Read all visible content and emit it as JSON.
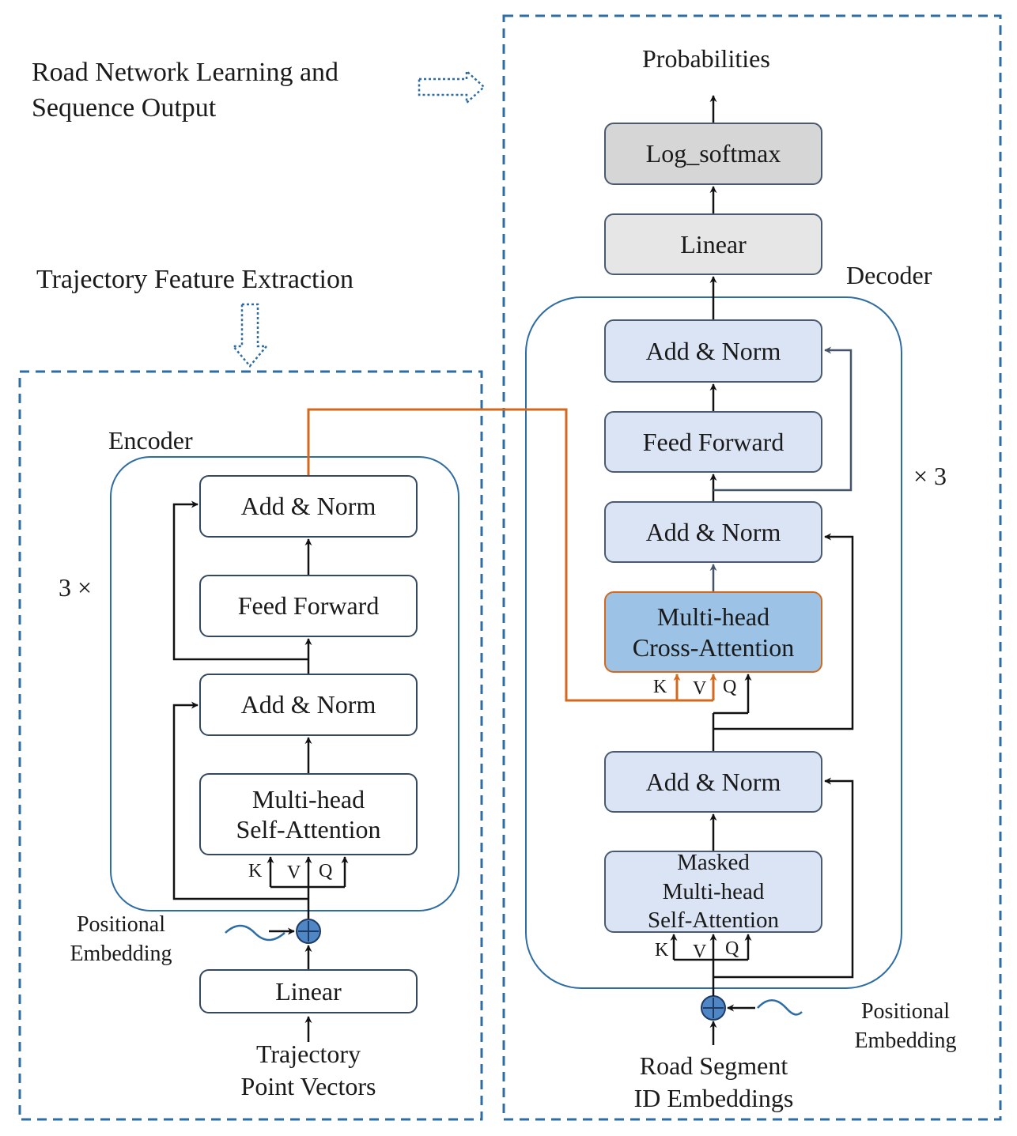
{
  "headings": {
    "road_line1": "Road Network Learning and",
    "road_line2": "Sequence Output",
    "traj": "Trajectory Feature Extraction"
  },
  "encoder": {
    "title": "Encoder",
    "repeat": "3 ×",
    "add_norm_top": "Add & Norm",
    "feed_forward": "Feed Forward",
    "add_norm_bottom": "Add & Norm",
    "attention_line1": "Multi-head",
    "attention_line2": "Self-Attention",
    "k": "K",
    "v": "V",
    "q": "Q",
    "pos_line1": "Positional",
    "pos_line2": "Embedding",
    "linear": "Linear",
    "input_line1": "Trajectory",
    "input_line2": "Point Vectors"
  },
  "decoder": {
    "title": "Decoder",
    "repeat": "× 3",
    "probabilities": "Probabilities",
    "log_softmax": "Log_softmax",
    "linear": "Linear",
    "add_norm_1": "Add & Norm",
    "feed_forward": "Feed Forward",
    "add_norm_2": "Add & Norm",
    "cross_line1": "Multi-head",
    "cross_line2": "Cross-Attention",
    "add_norm_3": "Add & Norm",
    "masked_line1": "Masked",
    "masked_line2": "Multi-head",
    "masked_line3": "Self-Attention",
    "k": "K",
    "v": "V",
    "q": "Q",
    "cross_k": "K",
    "cross_v": "V",
    "cross_q": "Q",
    "pos_line1": "Positional",
    "pos_line2": "Embedding",
    "input_line1": "Road Segment",
    "input_line2": "ID Embeddings"
  },
  "colors": {
    "dashed_border": "#2e6da4",
    "block_border": "#2e6da4",
    "cross_connection": "#d2691e",
    "decoder_fill": "#dbe4f5",
    "cross_fill": "#9cc3e6",
    "adder_fill": "#4f86c6"
  }
}
